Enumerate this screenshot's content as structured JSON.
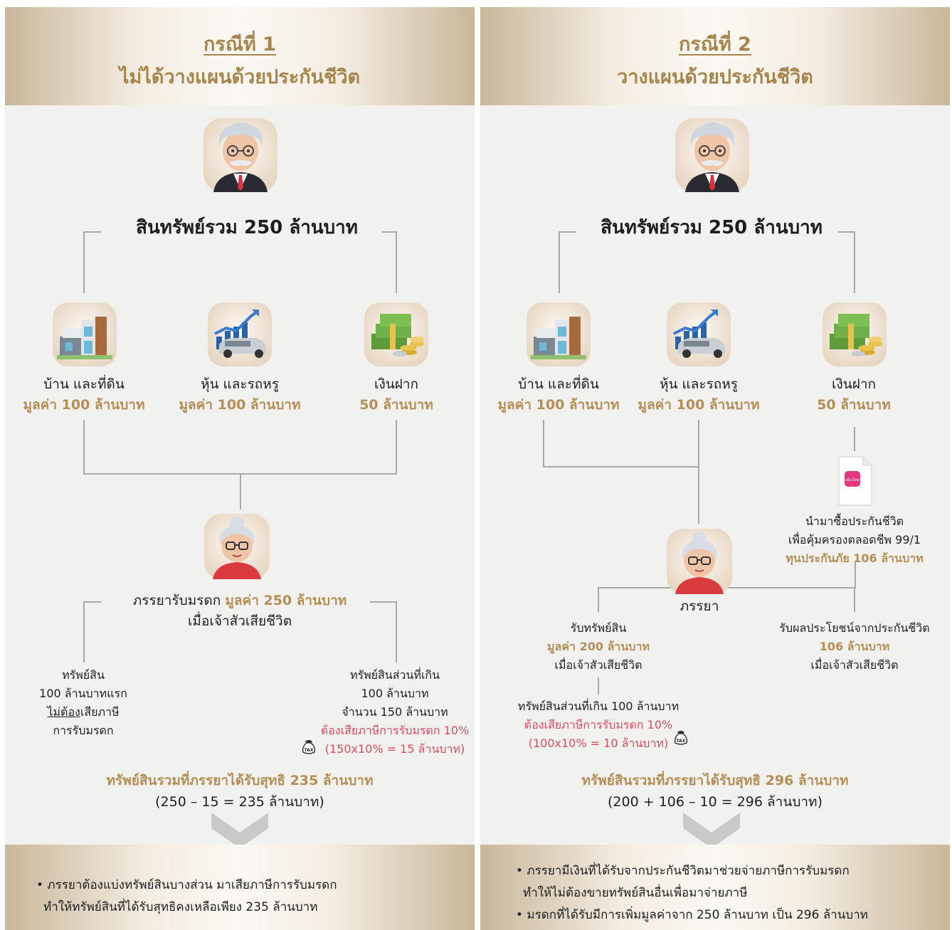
{
  "case1": {
    "title": "กรณีที่ 1",
    "subtitle": "ไม่ได้วางแผนด้วยประกันชีวิต",
    "total_assets": "สินทรัพย์รวม 250 ล้านบาท",
    "assets": [
      {
        "name": "บ้าน และที่ดิน",
        "value": "มูลค่า 100 ล้านบาท"
      },
      {
        "name": "หุ้น และรถหรู",
        "value": "มูลค่า 100 ล้านบาท"
      },
      {
        "name": "เงินฝาก",
        "value": "50 ล้านบาท"
      }
    ],
    "inherit_prefix": "ภรรยารับมรดก ",
    "inherit_value": "มูลค่า 250 ล้านบาท",
    "inherit_when": "เมื่อเจ้าสัวเสียชีวิต",
    "left": {
      "l1": "ทรัพย์สิน",
      "l2": "100 ล้านบาทแรก",
      "l3_u": "ไม่ต้อง",
      "l3_rest": "เสียภาษี",
      "l4": "การรับมรดก"
    },
    "right": {
      "l1": "ทรัพย์สินส่วนที่เกิน",
      "l2": "100 ล้านบาท",
      "l3": "จำนวน 150 ล้านบาท",
      "l4": "ต้องเสียภาษีการรับมรดก 10%",
      "l5": "(150x10% = 15 ล้านบาท)"
    },
    "net_title": "ทรัพย์สินรวมที่ภรรยาได้รับสุทธิ 235 ล้านบาท",
    "net_calc": "(250 – 15 = 235 ล้านบาท)",
    "bullets": [
      "• ภรรยาต้องแบ่งทรัพย์สินบางส่วน มาเสียภาษีการรับมรดก",
      "ทำให้ทรัพย์สินที่ได้รับสุทธิคงเหลือเพียง 235 ล้านบาท"
    ]
  },
  "case2": {
    "title": "กรณีที่ 2",
    "subtitle": "วางแผนด้วยประกันชีวิต",
    "total_assets": "สินทรัพย์รวม 250 ล้านบาท",
    "assets": [
      {
        "name": "บ้าน และที่ดิน",
        "value": "มูลค่า 100 ล้านบาท"
      },
      {
        "name": "หุ้น และรถหรู",
        "value": "มูลค่า 100 ล้านบาท"
      },
      {
        "name": "เงินฝาก",
        "value": "50 ล้านบาท"
      }
    ],
    "policy_logo": "เมืองไทย",
    "insurance": {
      "l1": "นำมาซื้อประกันชีวิต",
      "l2": "เพื่อคุ้มครองตลอดชีพ 99/1",
      "l3": "ทุนประกันภัย 106 ล้านบาท"
    },
    "wife": "ภรรยา",
    "receive_assets": {
      "l1": "รับทรัพย์สิน",
      "l2": "มูลค่า 200 ล้านบาท",
      "l3": "เมื่อเจ้าสัวเสียชีวิต"
    },
    "receive_benefit": {
      "l1": "รับผลประโยชน์จากประกันชีวิต",
      "l2": "106 ล้านบาท",
      "l3": "เมื่อเจ้าสัวเสียชีวิต"
    },
    "excess": {
      "l1": "ทรัพย์สินส่วนที่เกิน 100 ล้านบาท",
      "l2": "ต้องเสียภาษีการรับมรดก 10%",
      "l3": "(100x10% = 10 ล้านบาท)"
    },
    "net_title": "ทรัพย์สินรวมที่ภรรยาได้รับสุทธิ 296 ล้านบาท",
    "net_calc": "(200 + 106 – 10 = 296 ล้านบาท)",
    "bullets": [
      "• ภรรยามีเงินที่ได้รับจากประกันชีวิตมาช่วยจ่ายภาษีการรับมรดก",
      "ทำให้ไม่ต้องขายทรัพย์สินอื่นเพื่อมาจ่ายภาษี",
      "• มรดกที่ได้รับมีการเพิ่มมูลค่าจาก 250 ล้านบาท เป็น 296 ล้านบาท"
    ]
  },
  "tax_badge": "TAX",
  "colors": {
    "gold": "#b48e54",
    "red": "#e04a5e",
    "line": "#a8a8a8",
    "panel": "#f1f1ef"
  }
}
